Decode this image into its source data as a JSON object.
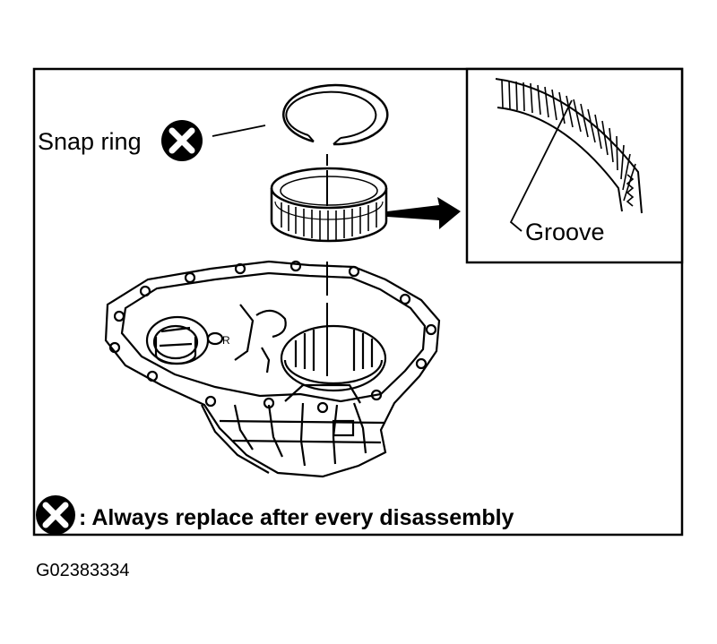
{
  "labels": {
    "snap_ring": "Snap ring",
    "groove": "Groove"
  },
  "legend": {
    "text": ": Always replace after every disassembly"
  },
  "figure_code": "G02383334",
  "icons": {
    "replace_symbol": "x-circle-icon",
    "arrow": "arrow-right-icon"
  },
  "colors": {
    "ink": "#000000",
    "paper": "#ffffff"
  }
}
